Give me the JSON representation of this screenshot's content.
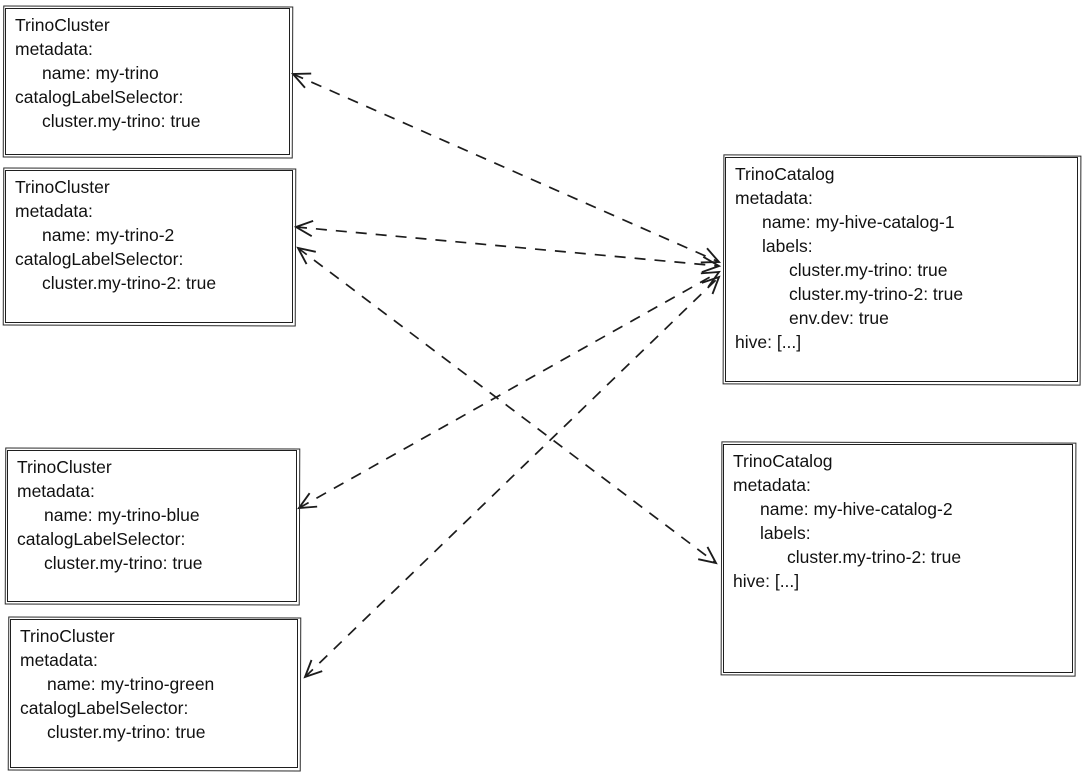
{
  "diagram": {
    "background_color": "#ffffff",
    "stroke_color": "#1c1c1c",
    "edge_style": "dashed",
    "boxes": [
      {
        "id": "trino-cluster-my-trino",
        "kind": "TrinoCluster",
        "lines": [
          {
            "text": "metadata:",
            "indent": 0
          },
          {
            "text": "name: my-trino",
            "indent": 1
          },
          {
            "text": "catalogLabelSelector:",
            "indent": 0
          },
          {
            "text": "cluster.my-trino: true",
            "indent": 1
          }
        ]
      },
      {
        "id": "trino-cluster-my-trino-2",
        "kind": "TrinoCluster",
        "lines": [
          {
            "text": "metadata:",
            "indent": 0
          },
          {
            "text": "name: my-trino-2",
            "indent": 1
          },
          {
            "text": "catalogLabelSelector:",
            "indent": 0
          },
          {
            "text": "cluster.my-trino-2: true",
            "indent": 1
          }
        ]
      },
      {
        "id": "trino-cluster-my-trino-blue",
        "kind": "TrinoCluster",
        "lines": [
          {
            "text": "metadata:",
            "indent": 0
          },
          {
            "text": "name: my-trino-blue",
            "indent": 1
          },
          {
            "text": "catalogLabelSelector:",
            "indent": 0
          },
          {
            "text": "cluster.my-trino: true",
            "indent": 1
          }
        ]
      },
      {
        "id": "trino-cluster-my-trino-green",
        "kind": "TrinoCluster",
        "lines": [
          {
            "text": "metadata:",
            "indent": 0
          },
          {
            "text": "name: my-trino-green",
            "indent": 1
          },
          {
            "text": "catalogLabelSelector:",
            "indent": 0
          },
          {
            "text": "cluster.my-trino: true",
            "indent": 1
          }
        ]
      },
      {
        "id": "trino-catalog-my-hive-catalog-1",
        "kind": "TrinoCatalog",
        "lines": [
          {
            "text": "metadata:",
            "indent": 0
          },
          {
            "text": "name: my-hive-catalog-1",
            "indent": 1
          },
          {
            "text": "labels:",
            "indent": 1
          },
          {
            "text": "cluster.my-trino: true",
            "indent": 2
          },
          {
            "text": "cluster.my-trino-2: true",
            "indent": 2
          },
          {
            "text": "env.dev: true",
            "indent": 2
          },
          {
            "text": "hive: [...]",
            "indent": 0
          }
        ]
      },
      {
        "id": "trino-catalog-my-hive-catalog-2",
        "kind": "TrinoCatalog",
        "lines": [
          {
            "text": "metadata:",
            "indent": 0
          },
          {
            "text": "name: my-hive-catalog-2",
            "indent": 1
          },
          {
            "text": "labels:",
            "indent": 1
          },
          {
            "text": "cluster.my-trino-2: true",
            "indent": 2
          },
          {
            "text": "hive: [...]",
            "indent": 0
          }
        ]
      }
    ],
    "edges": [
      {
        "from": "trino-cluster-my-trino",
        "to": "trino-catalog-my-hive-catalog-1",
        "style": "dashed",
        "bidirectional": true
      },
      {
        "from": "trino-cluster-my-trino-2",
        "to": "trino-catalog-my-hive-catalog-1",
        "style": "dashed",
        "bidirectional": true
      },
      {
        "from": "trino-cluster-my-trino-blue",
        "to": "trino-catalog-my-hive-catalog-1",
        "style": "dashed",
        "bidirectional": true
      },
      {
        "from": "trino-cluster-my-trino-green",
        "to": "trino-catalog-my-hive-catalog-1",
        "style": "dashed",
        "bidirectional": true
      },
      {
        "from": "trino-cluster-my-trino-2",
        "to": "trino-catalog-my-hive-catalog-2",
        "style": "dashed",
        "bidirectional": true
      }
    ]
  }
}
